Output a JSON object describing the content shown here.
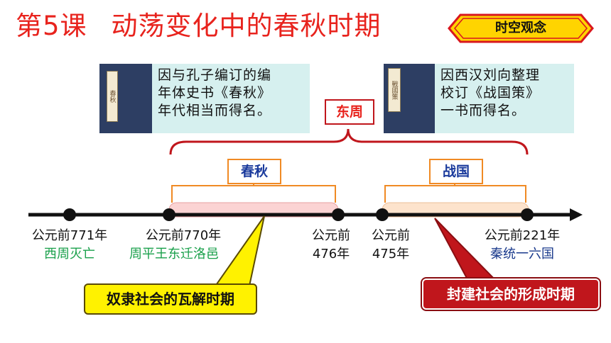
{
  "title": {
    "lesson": "第5课",
    "topic": "动荡变化中的春秋时期"
  },
  "badge": "时空观念",
  "books": [
    {
      "cover": "春秋",
      "text": [
        "因与孔子编订的编",
        "年体史书《春秋》",
        "年代相当而得名。"
      ]
    },
    {
      "cover": "戰國策",
      "text": [
        "因西汉刘向整理",
        "校订《战国策》",
        "一书而得名。"
      ]
    }
  ],
  "periods": {
    "eastern_zhou": "东周",
    "spring_autumn": "春秋",
    "warring_states": "战国"
  },
  "events": [
    {
      "year": "公元前771年",
      "event": "西周灭亡"
    },
    {
      "year": "公元前770年",
      "event": "周平王东迁洛邑"
    },
    {
      "year": "公元前",
      "year2": "476年"
    },
    {
      "year": "公元前",
      "year2": "475年"
    },
    {
      "year": "公元前221年",
      "event": "秦统一六国"
    }
  ],
  "callouts": {
    "slave": "奴隶社会的瓦解时期",
    "feudal": "封建社会的形成时期"
  },
  "colors": {
    "title": "#e8231d",
    "highlight_pink": "#fbd3d3",
    "highlight_peach": "#fde3cc",
    "callout_red": "#c0161c",
    "callout_yellow": "#fff200"
  }
}
